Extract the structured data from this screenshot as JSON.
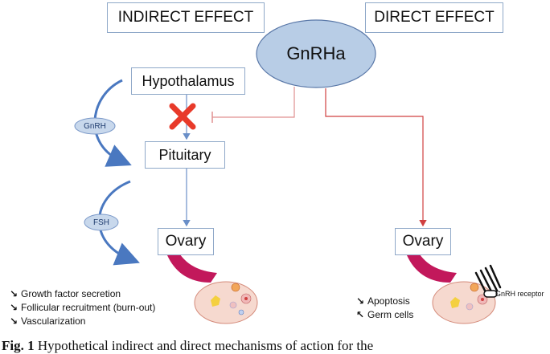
{
  "labels": {
    "indirect": "INDIRECT EFFECT",
    "direct": "DIRECT EFFECT",
    "drug": "GnRHa",
    "hypothalamus": "Hypothalamus",
    "pituitary": "Pituitary",
    "ovary_left": "Ovary",
    "ovary_right": "Ovary",
    "gnrh": "GnRH",
    "fsh": "FSH",
    "receptor": "GnRH receptor"
  },
  "left_effects": [
    {
      "dir": "down",
      "text": "Growth factor secretion"
    },
    {
      "dir": "down",
      "text": "Follicular recruitment (burn-out)"
    },
    {
      "dir": "down",
      "text": "Vascularization"
    }
  ],
  "right_effects": [
    {
      "dir": "down",
      "text": "Apoptosis"
    },
    {
      "dir": "up",
      "text": "Germ cells"
    }
  ],
  "caption": {
    "prefix": "Fig. 1",
    "text": " Hypothetical indirect and direct mechanisms of action for the"
  },
  "colors": {
    "ellipse_fill": "#b8cde6",
    "ellipse_stroke": "#5a78a8",
    "blue_arrow": "#4a78c0",
    "red_line": "#d04040",
    "cross": "#e83a2a",
    "box_border": "#8fa8c8"
  }
}
